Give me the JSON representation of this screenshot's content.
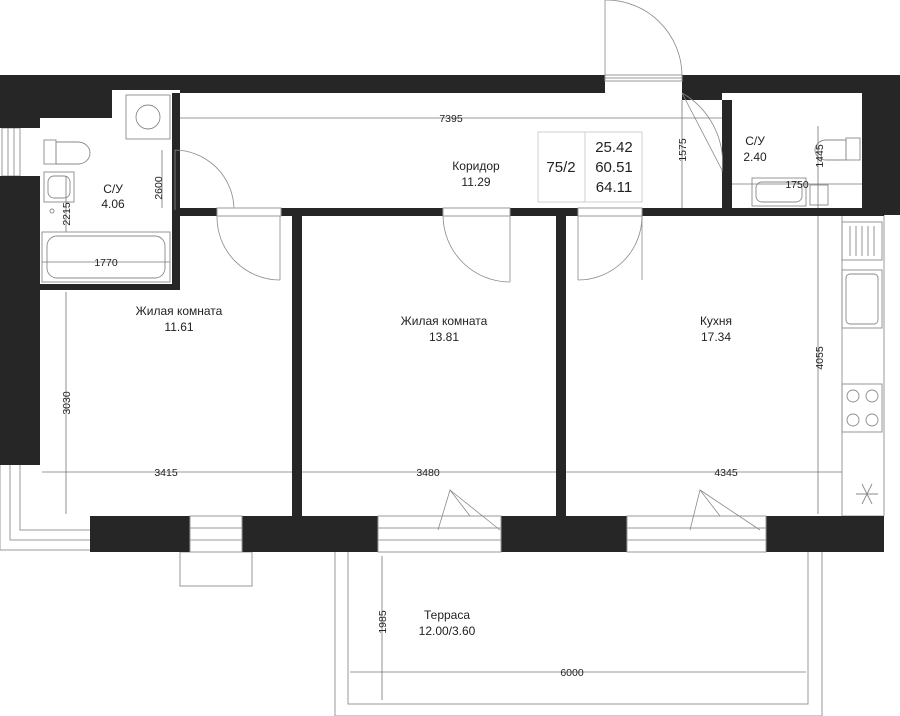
{
  "apartment_code": "75/2",
  "areas": {
    "living": "25.42",
    "total_no_terrace": "60.51",
    "total": "64.11"
  },
  "rooms": {
    "wc_left": {
      "name": "С/У",
      "area": "4.06"
    },
    "corridor": {
      "name": "Коридор",
      "area": "11.29"
    },
    "wc_right": {
      "name": "С/У",
      "area": "2.40"
    },
    "bedroom_left": {
      "name": "Жилая комната",
      "area": "11.61"
    },
    "bedroom_mid": {
      "name": "Жилая комната",
      "area": "13.81"
    },
    "kitchen": {
      "name": "Кухня",
      "area": "17.34"
    },
    "terrace": {
      "name": "Терраса",
      "area": "12.00/3.60"
    }
  },
  "dimensions": {
    "corridor_length": "7395",
    "wc_left_height": "2600",
    "wc_left_width_inner": "2215",
    "bath_length": "1770",
    "corridor_door_depth": "1575",
    "wc_right_height": "1445",
    "wc_right_width": "1750",
    "bedroom_left_height": "3030",
    "bedroom_left_width": "3415",
    "bedroom_mid_width": "3480",
    "kitchen_width": "4345",
    "kitchen_height": "4055",
    "terrace_depth": "1985",
    "terrace_width": "6000"
  }
}
